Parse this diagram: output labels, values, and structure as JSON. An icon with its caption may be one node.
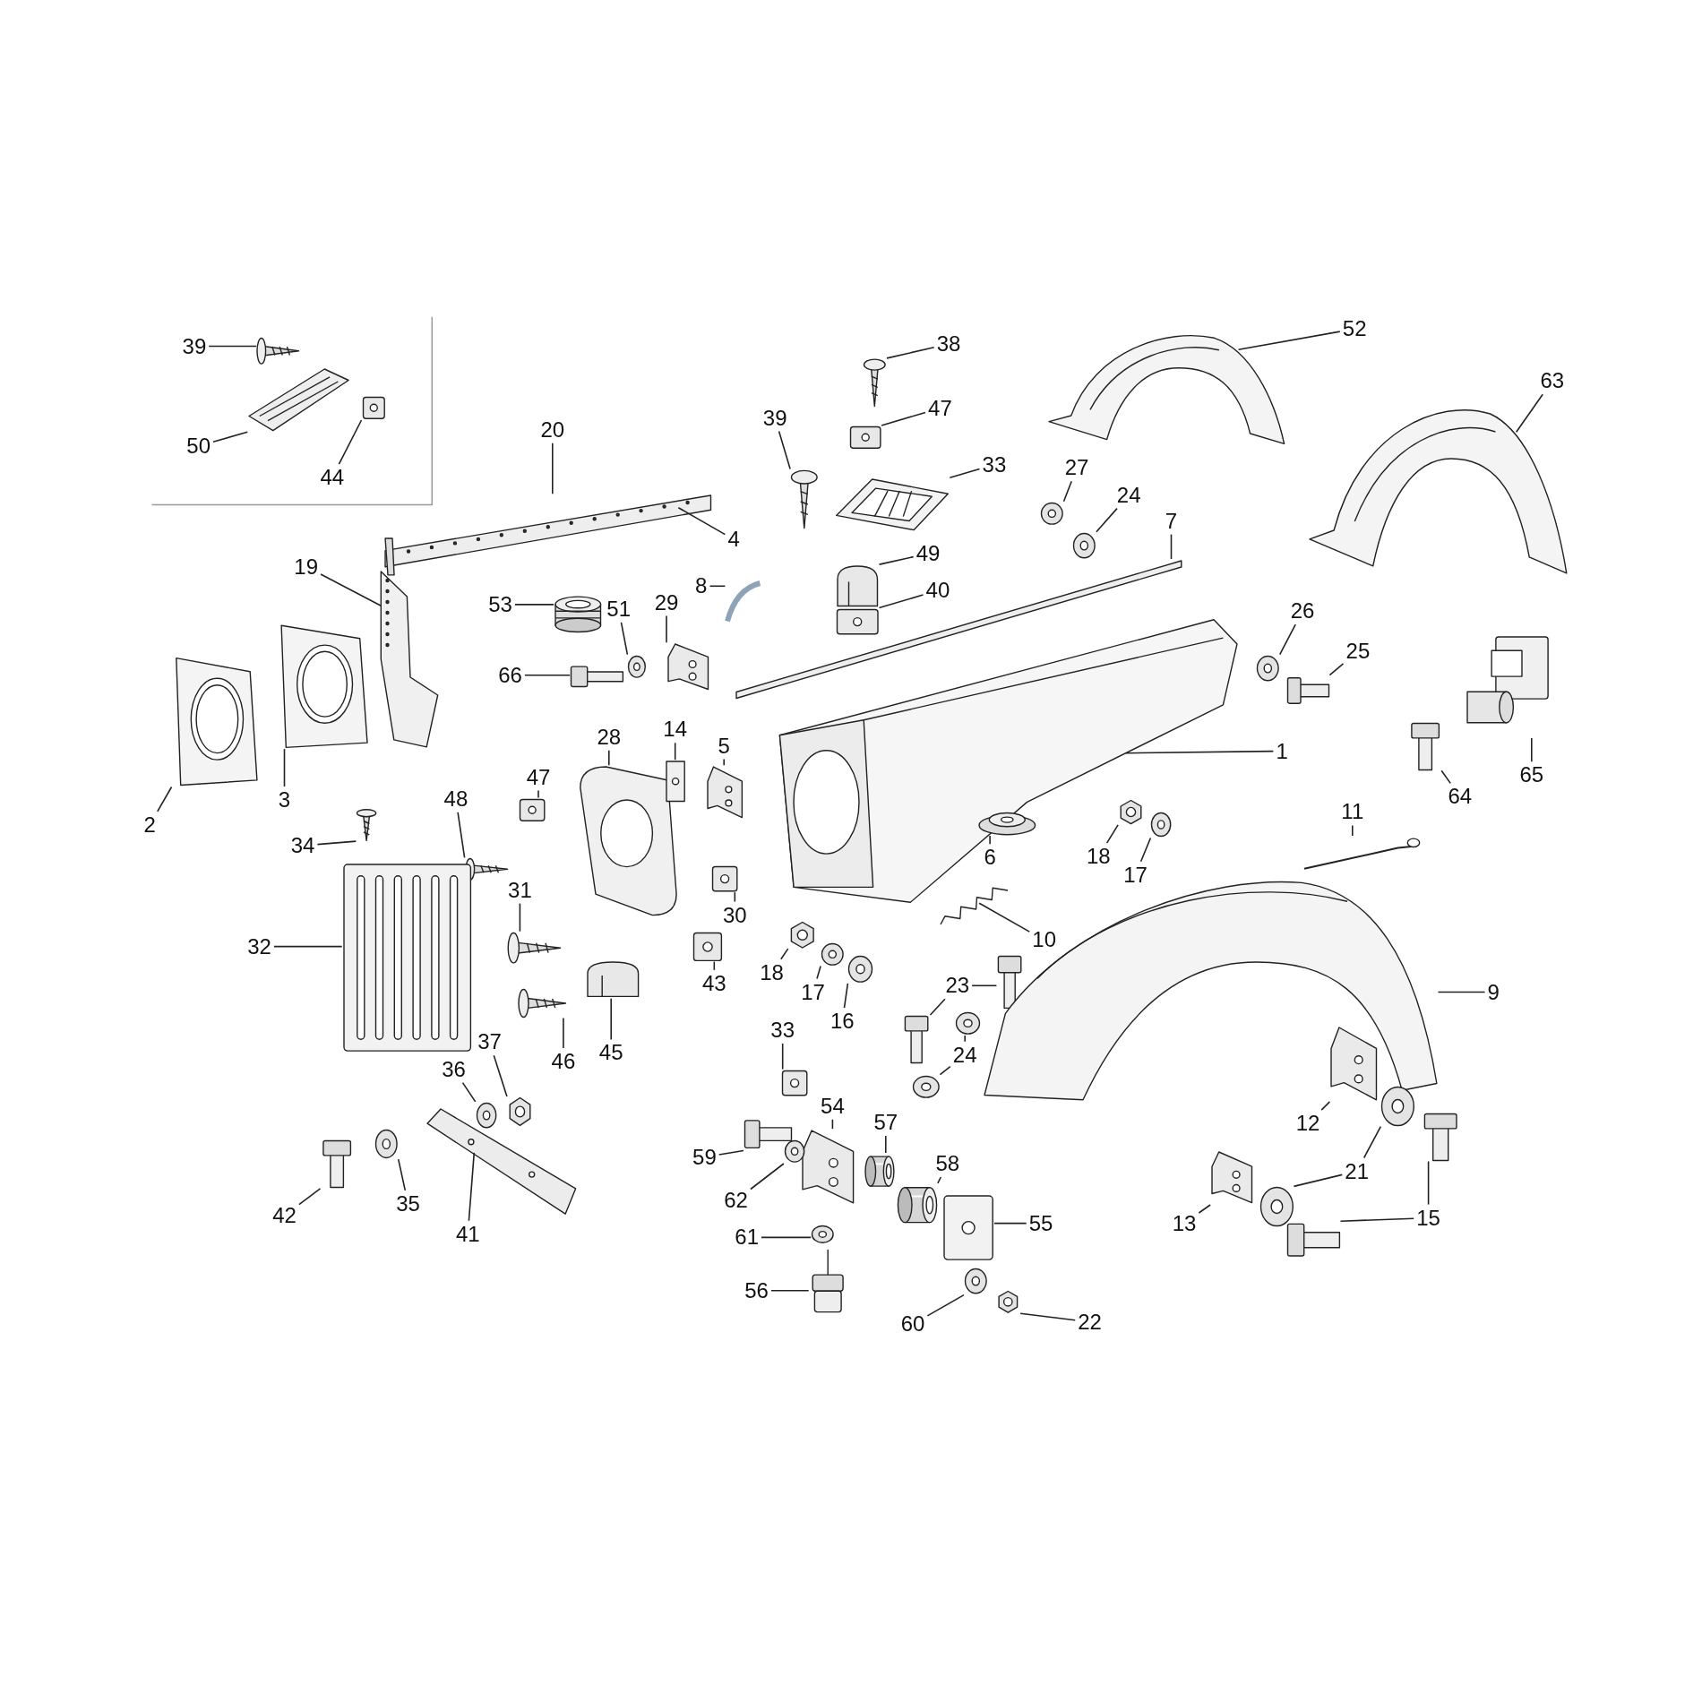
{
  "diagram": {
    "nodes": [
      {
        "text": [
          "39"
        ]
      },
      {
        "text": [],
        "shape": "picture"
      },
      {
        "text": [
          "50"
        ]
      },
      {
        "text": [],
        "shape": "picture"
      },
      {
        "text": [
          "44"
        ]
      },
      {
        "text": [],
        "shape": "picture"
      },
      {
        "text": [
          "20"
        ]
      },
      {
        "text": [],
        "shape": "picture"
      },
      {
        "text": [
          "4"
        ]
      },
      {
        "text": [
          "19"
        ]
      },
      {
        "text": [],
        "shape": "picture"
      },
      {
        "text": [
          "38"
        ]
      },
      {
        "text": [],
        "shape": "picture"
      },
      {
        "text": [
          "47"
        ]
      },
      {
        "text": [],
        "shape": "picture"
      },
      {
        "text": [
          "39"
        ]
      },
      {
        "text": [],
        "shape": "picture"
      },
      {
        "text": [
          "33"
        ]
      },
      {
        "text": [],
        "shape": "picture"
      },
      {
        "text": [
          "49"
        ]
      },
      {
        "text": [],
        "shape": "picture"
      },
      {
        "text": [
          "40"
        ]
      },
      {
        "text": [],
        "shape": "picture"
      },
      {
        "text": [
          "53"
        ]
      },
      {
        "text": [],
        "shape": "picture"
      },
      {
        "text": [
          "51"
        ]
      },
      {
        "text": [],
        "shape": "picture"
      },
      {
        "text": [
          "29"
        ]
      },
      {
        "text": [],
        "shape": "picture"
      },
      {
        "text": [
          "8"
        ]
      },
      {
        "text": [],
        "shape": "picture"
      },
      {
        "text": [
          "66"
        ]
      },
      {
        "text": [],
        "shape": "picture"
      },
      {
        "text": [
          "52"
        ]
      },
      {
        "text": [],
        "shape": "picture"
      },
      {
        "text": [
          "63"
        ]
      },
      {
        "text": [],
        "shape": "picture"
      },
      {
        "text": [
          "27"
        ]
      },
      {
        "text": [],
        "shape": "picture"
      },
      {
        "text": [
          "24"
        ]
      },
      {
        "text": [],
        "shape": "picture"
      },
      {
        "text": [
          "7"
        ]
      },
      {
        "text": [],
        "shape": "picture"
      },
      {
        "text": [
          "26"
        ]
      },
      {
        "text": [],
        "shape": "picture"
      },
      {
        "text": [
          "25"
        ]
      },
      {
        "text": [],
        "shape": "picture"
      },
      {
        "text": [
          "1"
        ]
      },
      {
        "text": [],
        "shape": "picture"
      },
      {
        "text": [
          "64"
        ]
      },
      {
        "text": [],
        "shape": "picture"
      },
      {
        "text": [
          "65"
        ]
      },
      {
        "text": [],
        "shape": "picture"
      },
      {
        "text": [
          "2"
        ]
      },
      {
        "text": [],
        "shape": "picture"
      },
      {
        "text": [
          "3"
        ]
      },
      {
        "text": [],
        "shape": "picture"
      },
      {
        "text": [
          "28"
        ]
      },
      {
        "text": [],
        "shape": "picture"
      },
      {
        "text": [
          "14"
        ]
      },
      {
        "text": [],
        "shape": "picture"
      },
      {
        "text": [
          "5"
        ]
      },
      {
        "text": [],
        "shape": "picture"
      },
      {
        "text": [
          "47"
        ]
      },
      {
        "text": [],
        "shape": "picture"
      },
      {
        "text": [
          "48"
        ]
      },
      {
        "text": [],
        "shape": "picture"
      },
      {
        "text": [
          "34"
        ]
      },
      {
        "text": [],
        "shape": "picture"
      },
      {
        "text": [
          "6"
        ]
      },
      {
        "text": [],
        "shape": "picture"
      },
      {
        "text": [
          "18"
        ]
      },
      {
        "text": [],
        "shape": "picture"
      },
      {
        "text": [
          "17"
        ]
      },
      {
        "text": [],
        "shape": "picture"
      },
      {
        "text": [
          "11"
        ]
      },
      {
        "text": [],
        "shape": "picture"
      },
      {
        "text": [
          "31"
        ]
      },
      {
        "text": [],
        "shape": "picture"
      },
      {
        "text": [
          "30"
        ]
      },
      {
        "text": [],
        "shape": "picture"
      },
      {
        "text": [
          "10"
        ]
      },
      {
        "text": [],
        "shape": "picture"
      },
      {
        "text": [
          "32"
        ]
      },
      {
        "text": [],
        "shape": "picture"
      },
      {
        "text": [
          "18"
        ]
      },
      {
        "text": [],
        "shape": "picture"
      },
      {
        "text": [
          "17"
        ]
      },
      {
        "text": [],
        "shape": "picture"
      },
      {
        "text": [
          "16"
        ]
      },
      {
        "text": [],
        "shape": "picture"
      },
      {
        "text": [
          "43"
        ]
      },
      {
        "text": [],
        "shape": "picture"
      },
      {
        "text": [
          "46"
        ]
      },
      {
        "text": [],
        "shape": "picture"
      },
      {
        "text": [
          "45"
        ]
      },
      {
        "text": [],
        "shape": "picture"
      },
      {
        "text": [
          "23"
        ]
      },
      {
        "text": [],
        "shape": "picture"
      },
      {
        "text": [],
        "shape": "picture"
      },
      {
        "text": [
          "9"
        ]
      },
      {
        "text": [],
        "shape": "picture"
      },
      {
        "text": [
          "33"
        ]
      },
      {
        "text": [],
        "shape": "picture"
      },
      {
        "text": [
          "24"
        ]
      },
      {
        "text": [],
        "shape": "picture"
      },
      {
        "text": [],
        "shape": "picture"
      },
      {
        "text": [
          "37"
        ]
      },
      {
        "text": [],
        "shape": "picture"
      },
      {
        "text": [
          "36"
        ]
      },
      {
        "text": [],
        "shape": "picture"
      },
      {
        "text": [
          "54"
        ]
      },
      {
        "text": [],
        "shape": "picture"
      },
      {
        "text": [
          "57"
        ]
      },
      {
        "text": [],
        "shape": "picture"
      },
      {
        "text": [
          "58"
        ]
      },
      {
        "text": [],
        "shape": "picture"
      },
      {
        "text": [
          "12"
        ]
      },
      {
        "text": [],
        "shape": "picture"
      },
      {
        "text": [
          "21"
        ]
      },
      {
        "text": [],
        "shape": "picture"
      },
      {
        "text": [],
        "shape": "picture"
      },
      {
        "text": [
          "15"
        ]
      },
      {
        "text": [],
        "shape": "picture"
      },
      {
        "text": [],
        "shape": "picture"
      },
      {
        "text": [
          "13"
        ]
      },
      {
        "text": [],
        "shape": "picture"
      },
      {
        "text": [
          "42"
        ]
      },
      {
        "text": [],
        "shape": "picture"
      },
      {
        "text": [
          "35"
        ]
      },
      {
        "text": [],
        "shape": "picture"
      },
      {
        "text": [
          "41"
        ]
      },
      {
        "text": [],
        "shape": "picture"
      },
      {
        "text": [
          "59"
        ]
      },
      {
        "text": [],
        "shape": "picture"
      },
      {
        "text": [
          "62"
        ]
      },
      {
        "text": [],
        "shape": "picture"
      },
      {
        "text": [
          "55"
        ]
      },
      {
        "text": [],
        "shape": "picture"
      },
      {
        "text": [
          "61"
        ]
      },
      {
        "text": [],
        "shape": "picture"
      },
      {
        "text": [
          "56"
        ]
      },
      {
        "text": [],
        "shape": "picture"
      },
      {
        "text": [
          "60"
        ]
      },
      {
        "text": [],
        "shape": "picture"
      },
      {
        "text": [
          "22"
        ]
      },
      {
        "text": [],
        "shape": "picture"
      }
    ],
    "edges": [
      {
        "from": 0,
        "to": 1,
        "arrow": "none"
      },
      {
        "from": 2,
        "to": 3,
        "arrow": "none"
      },
      {
        "from": 4,
        "to": 5,
        "arrow": "none"
      },
      {
        "from": 6,
        "to": 7,
        "arrow": "none"
      },
      {
        "from": 8,
        "to": 7,
        "arrow": "none"
      },
      {
        "from": 9,
        "to": 10,
        "arrow": "none"
      },
      {
        "from": 11,
        "to": 12,
        "arrow": "none"
      },
      {
        "from": 13,
        "to": 14,
        "arrow": "none"
      },
      {
        "from": 15,
        "to": 16,
        "arrow": "none"
      },
      {
        "from": 17,
        "to": 18,
        "arrow": "none"
      },
      {
        "from": 19,
        "to": 20,
        "arrow": "none"
      },
      {
        "from": 21,
        "to": 22,
        "arrow": "none"
      },
      {
        "from": 23,
        "to": 24,
        "arrow": "none"
      },
      {
        "from": 25,
        "to": 26,
        "arrow": "none"
      },
      {
        "from": 27,
        "to": 28,
        "arrow": "none"
      },
      {
        "from": 29,
        "to": 30,
        "arrow": "none"
      },
      {
        "from": 31,
        "to": 32,
        "arrow": "none"
      },
      {
        "from": 33,
        "to": 34,
        "arrow": "none"
      },
      {
        "from": 35,
        "to": 36,
        "arrow": "none"
      },
      {
        "from": 37,
        "to": 38,
        "arrow": "none"
      },
      {
        "from": 39,
        "to": 40,
        "arrow": "none"
      },
      {
        "from": 41,
        "to": 42,
        "arrow": "none"
      },
      {
        "from": 43,
        "to": 44,
        "arrow": "none"
      },
      {
        "from": 45,
        "to": 46,
        "arrow": "none"
      },
      {
        "from": 47,
        "to": 48,
        "arrow": "none"
      },
      {
        "from": 49,
        "to": 50,
        "arrow": "none"
      },
      {
        "from": 51,
        "to": 52,
        "arrow": "none"
      },
      {
        "from": 53,
        "to": 54,
        "arrow": "none"
      },
      {
        "from": 55,
        "to": 56,
        "arrow": "none"
      },
      {
        "from": 57,
        "to": 58,
        "arrow": "none"
      },
      {
        "from": 59,
        "to": 60,
        "arrow": "none"
      },
      {
        "from": 61,
        "to": 62,
        "arrow": "none"
      },
      {
        "from": 63,
        "to": 64,
        "arrow": "none"
      },
      {
        "from": 65,
        "to": 66,
        "arrow": "none"
      },
      {
        "from": 67,
        "to": 68,
        "arrow": "none"
      },
      {
        "from": 69,
        "to": 70,
        "arrow": "none"
      },
      {
        "from": 71,
        "to": 72,
        "arrow": "none"
      },
      {
        "from": 73,
        "to": 74,
        "arrow": "none"
      },
      {
        "from": 75,
        "to": 76,
        "arrow": "none"
      },
      {
        "from": 77,
        "to": 78,
        "arrow": "none"
      },
      {
        "from": 79,
        "to": 80,
        "arrow": "none"
      },
      {
        "from": 81,
        "to": 82,
        "arrow": "none"
      },
      {
        "from": 83,
        "to": 84,
        "arrow": "none"
      },
      {
        "from": 85,
        "to": 86,
        "arrow": "none"
      },
      {
        "from": 87,
        "to": 88,
        "arrow": "none"
      },
      {
        "from": 89,
        "to": 90,
        "arrow": "none"
      },
      {
        "from": 91,
        "to": 92,
        "arrow": "none"
      },
      {
        "from": 93,
        "to": 94,
        "arrow": "none"
      },
      {
        "from": 95,
        "to": 96,
        "arrow": "none"
      },
      {
        "from": 97,
        "to": 98,
        "arrow": "none"
      },
      {
        "from": 97,
        "to": 99,
        "arrow": "none"
      },
      {
        "from": 100,
        "to": 101,
        "arrow": "none"
      },
      {
        "from": 102,
        "to": 103,
        "arrow": "none"
      },
      {
        "from": 104,
        "to": 105,
        "arrow": "none"
      },
      {
        "from": 104,
        "to": 106,
        "arrow": "none"
      },
      {
        "from": 107,
        "to": 108,
        "arrow": "none"
      },
      {
        "from": 109,
        "to": 110,
        "arrow": "none"
      },
      {
        "from": 111,
        "to": 112,
        "arrow": "none"
      },
      {
        "from": 113,
        "to": 114,
        "arrow": "none"
      },
      {
        "from": 115,
        "to": 116,
        "arrow": "none"
      },
      {
        "from": 117,
        "to": 118,
        "arrow": "none"
      },
      {
        "from": 119,
        "to": 120,
        "arrow": "none"
      },
      {
        "from": 119,
        "to": 121,
        "arrow": "none"
      },
      {
        "from": 122,
        "to": 123,
        "arrow": "none"
      },
      {
        "from": 122,
        "to": 124,
        "arrow": "none"
      },
      {
        "from": 125,
        "to": 126,
        "arrow": "none"
      },
      {
        "from": 127,
        "to": 128,
        "arrow": "none"
      },
      {
        "from": 129,
        "to": 130,
        "arrow": "none"
      },
      {
        "from": 131,
        "to": 132,
        "arrow": "none"
      },
      {
        "from": 133,
        "to": 134,
        "arrow": "none"
      },
      {
        "from": 135,
        "to": 136,
        "arrow": "none"
      },
      {
        "from": 137,
        "to": 138,
        "arrow": "none"
      },
      {
        "from": 139,
        "to": 140,
        "arrow": "none"
      },
      {
        "from": 141,
        "to": 142,
        "arrow": "none"
      },
      {
        "from": 143,
        "to": 144,
        "arrow": "none"
      },
      {
        "from": 145,
        "to": 146,
        "arrow": "none"
      }
    ]
  }
}
